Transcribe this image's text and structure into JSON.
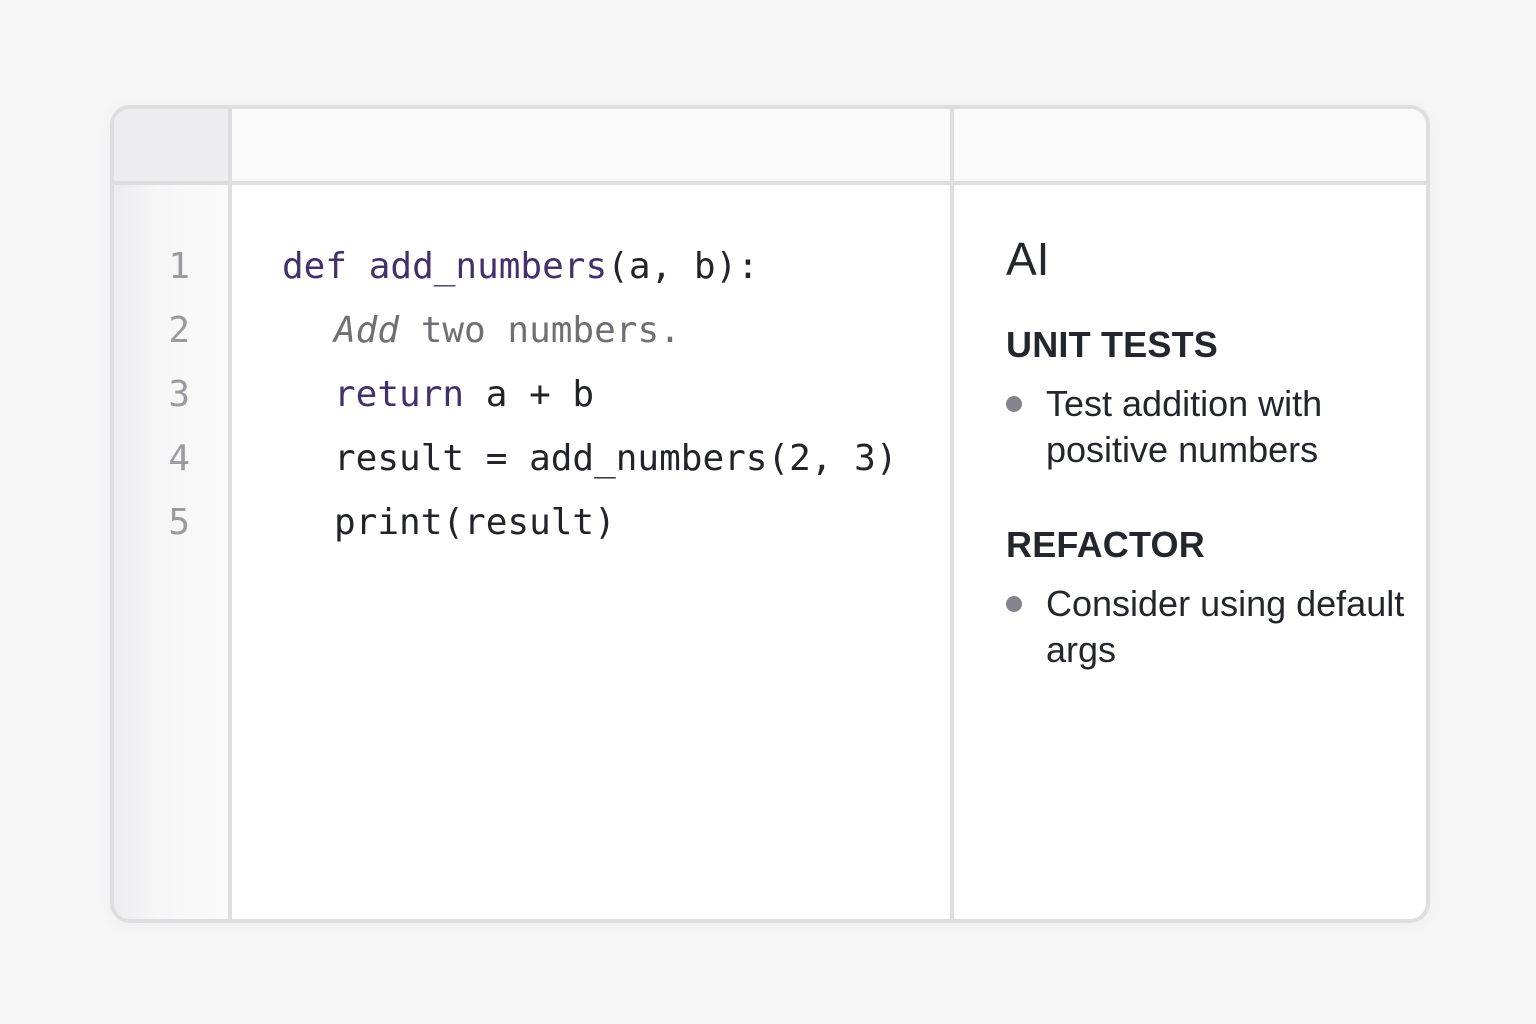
{
  "editor": {
    "line_numbers": [
      "1",
      "2",
      "3",
      "4",
      "5"
    ],
    "lines": [
      {
        "kw": "def",
        "fn": "add_numbers",
        "rest": "(a, b):"
      },
      {
        "doc_italic": "Add",
        "doc_rest": " two numbers."
      },
      {
        "kw": "return",
        "rest": " a + b"
      },
      {
        "text": "result = add_numbers(2, 3)"
      },
      {
        "text": "print(result)"
      }
    ]
  },
  "ai_panel": {
    "title": "AI",
    "sections": [
      {
        "heading": "UNIT TESTS",
        "items": [
          "Test addition with positive numbers"
        ]
      },
      {
        "heading": "REFACTOR",
        "items": [
          "Consider using default args"
        ]
      }
    ]
  },
  "colors": {
    "keyword": "#45306e",
    "comment": "#6f6f76",
    "text": "#22232b",
    "border": "#dedee1"
  }
}
